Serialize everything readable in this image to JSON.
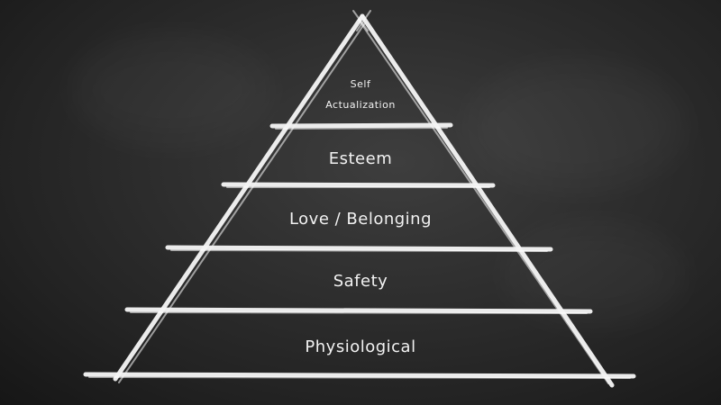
{
  "diagram": {
    "colors": {
      "background": "#2b2b2b",
      "chalk": "#f4f4f4"
    },
    "levels": [
      {
        "id": "self-actualization",
        "line1": "Self",
        "line2": "Actualization"
      },
      {
        "id": "esteem",
        "label": "Esteem"
      },
      {
        "id": "love-belonging",
        "label": "Love / Belonging"
      },
      {
        "id": "safety",
        "label": "Safety"
      },
      {
        "id": "physiological",
        "label": "Physiological"
      }
    ]
  }
}
